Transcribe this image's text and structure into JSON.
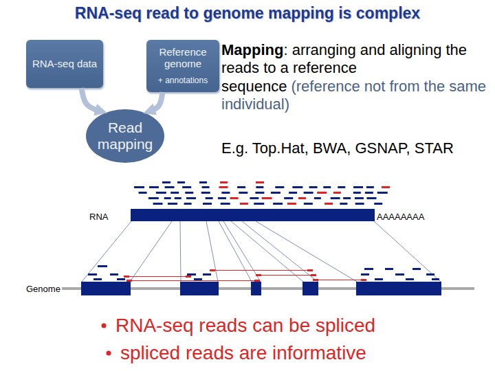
{
  "diagram": {
    "title": "RNA-seq read to genome mapping is complex",
    "nodes": [
      {
        "text": [
          "RNA-seq data"
        ]
      },
      {
        "text": [
          "Reference genome",
          "+ annotations"
        ]
      },
      {
        "text": [
          "Read mapping"
        ]
      }
    ],
    "edges": [
      {
        "from": 0,
        "to": 2,
        "arrow": "to"
      },
      {
        "from": 1,
        "to": 2,
        "arrow": "to"
      }
    ],
    "labels": [
      "Mapping",
      ": arranging and aligning the reads to a reference sequence",
      "(reference not from the same individual)",
      "E.g. Top.Hat, BWA, GSNAP, STAR",
      "RNA",
      "AAAAAAAA",
      "Genome",
      "RNA-seq reads can be spliced",
      "spliced reads are informative"
    ]
  }
}
